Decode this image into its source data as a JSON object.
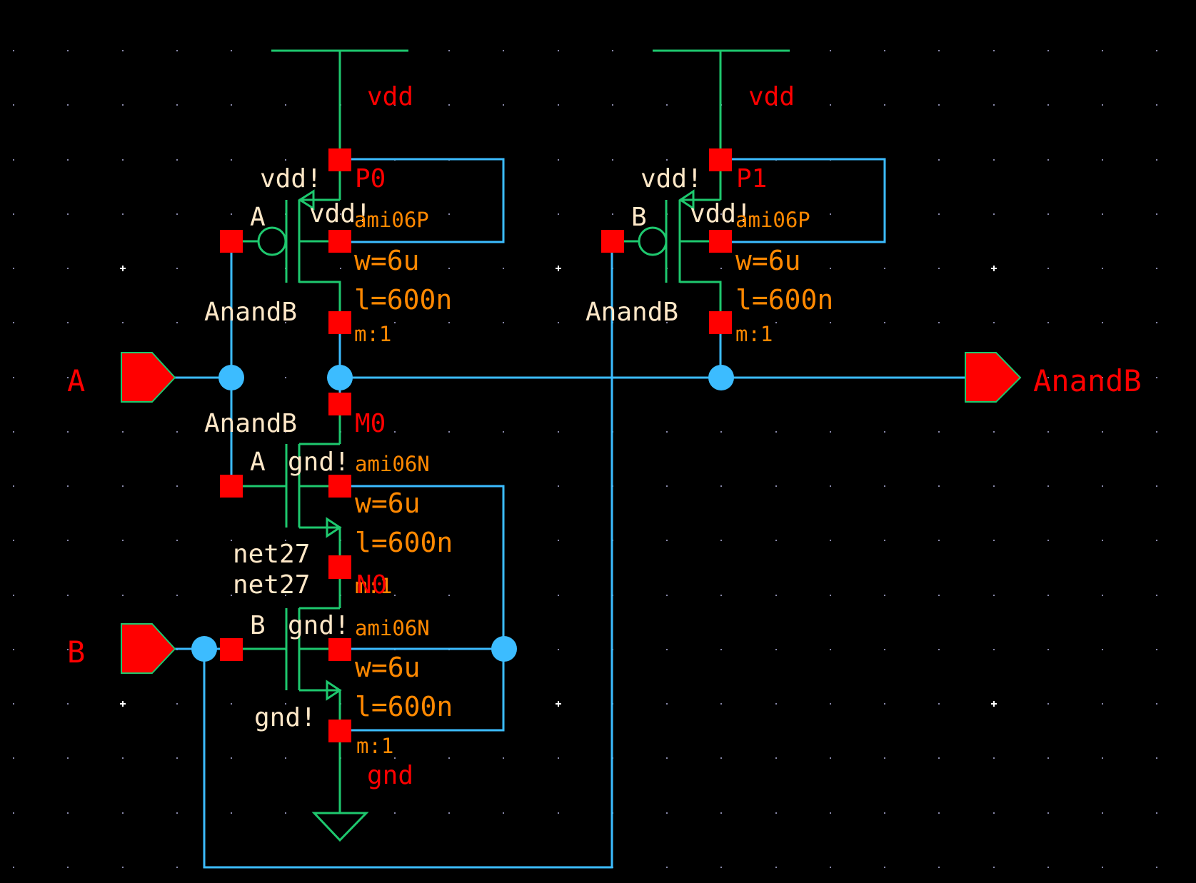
{
  "schematic": {
    "title": "NAND2 schematic",
    "colors": {
      "background": "#000000",
      "wire": "#3cbcff",
      "device": "#1ec86e",
      "pin": "#ff0000",
      "instance_name": "#ff0000",
      "parameter": "#ff8800",
      "net_label": "#ffe8c8",
      "grid": "#8888aa"
    },
    "supplies": [
      {
        "type": "vdd-icon",
        "label": "vdd"
      },
      {
        "type": "vdd-icon",
        "label": "vdd"
      },
      {
        "type": "gnd-icon",
        "label": "gnd"
      }
    ],
    "io_pins": {
      "a": {
        "label": "A",
        "direction": "input"
      },
      "b": {
        "label": "B",
        "direction": "input"
      },
      "out": {
        "label": "AnandB",
        "direction": "output"
      }
    },
    "devices": {
      "p0": {
        "name": "P0",
        "model": "ami06P",
        "w": "w=6u",
        "l": "l=600n",
        "m": "m:1",
        "source_net": "vdd!",
        "bulk_net": "vdd!",
        "gate_net": "A",
        "drain_net": "AnandB"
      },
      "p1": {
        "name": "P1",
        "model": "ami06P",
        "w": "w=6u",
        "l": "l=600n",
        "m": "m:1",
        "source_net": "vdd!",
        "bulk_net": "vdd!",
        "gate_net": "B",
        "drain_net": "AnandB"
      },
      "m0": {
        "name": "M0",
        "model": "ami06N",
        "w": "w=6u",
        "l": "l=600n",
        "m": "m:1",
        "drain_net": "AnandB",
        "gate_net": "A",
        "bulk_net": "gnd!",
        "source_net": "net27"
      },
      "n0": {
        "name": "N0",
        "model": "ami06N",
        "w": "w=6u",
        "l": "l=600n",
        "m": "m:1",
        "drain_net": "net27",
        "gate_net": "B",
        "bulk_net": "gnd!",
        "source_net": "gnd!"
      }
    }
  }
}
